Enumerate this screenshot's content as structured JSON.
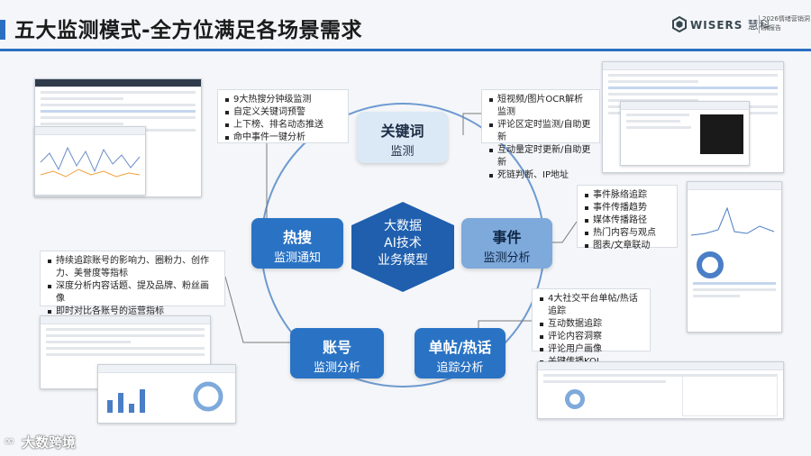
{
  "title": "五大监测模式-全方位满足各场景需求",
  "logo": {
    "name": "WISERS",
    "cn": "慧科",
    "sub": "2026情绪营销洞察报告"
  },
  "center": {
    "lines": [
      "大数据",
      "AI技术",
      "业务模型"
    ]
  },
  "nodes": {
    "keyword": {
      "title": "关键词",
      "sub": "监测"
    },
    "event": {
      "title": "事件",
      "sub": "监测分析"
    },
    "post": {
      "title": "单帖/热话",
      "sub": "追踪分析"
    },
    "account": {
      "title": "账号",
      "sub": "监测分析"
    },
    "hot": {
      "title": "热搜",
      "sub": "监测通知"
    }
  },
  "bullets": {
    "hot": [
      "9大热搜分钟级监测",
      "自定义关键词预警",
      "上下榜、排名动态推送",
      "命中事件一键分析"
    ],
    "keyword": [
      "短视频/图片OCR解析监测",
      "评论区定时监测/自助更新",
      "互动量定时更新/自助更新",
      "死链判断、IP地址"
    ],
    "event": [
      "事件脉络追踪",
      "事件传播趋势",
      "媒体传播路径",
      "热门内容与观点",
      "图表/文章联动"
    ],
    "account": [
      "持续追踪账号的影响力、圈粉力、创作力、美誉度等指标",
      "深度分析内容话题、提及品牌、粉丝画像",
      "即时对比各账号的运营指标"
    ],
    "post": [
      "4大社交平台单帖/热话追踪",
      "互动数据追踪",
      "评论内容洞察",
      "评论用户画像",
      "关键传播KOL"
    ]
  },
  "footer_brand": "大数跨境",
  "colors": {
    "accent": "#2b6fc2",
    "hex": "#1f5fae",
    "node_light": "#dbe8f5",
    "node_mid": "#7ea9db",
    "node_dark": "#2a73c4"
  }
}
